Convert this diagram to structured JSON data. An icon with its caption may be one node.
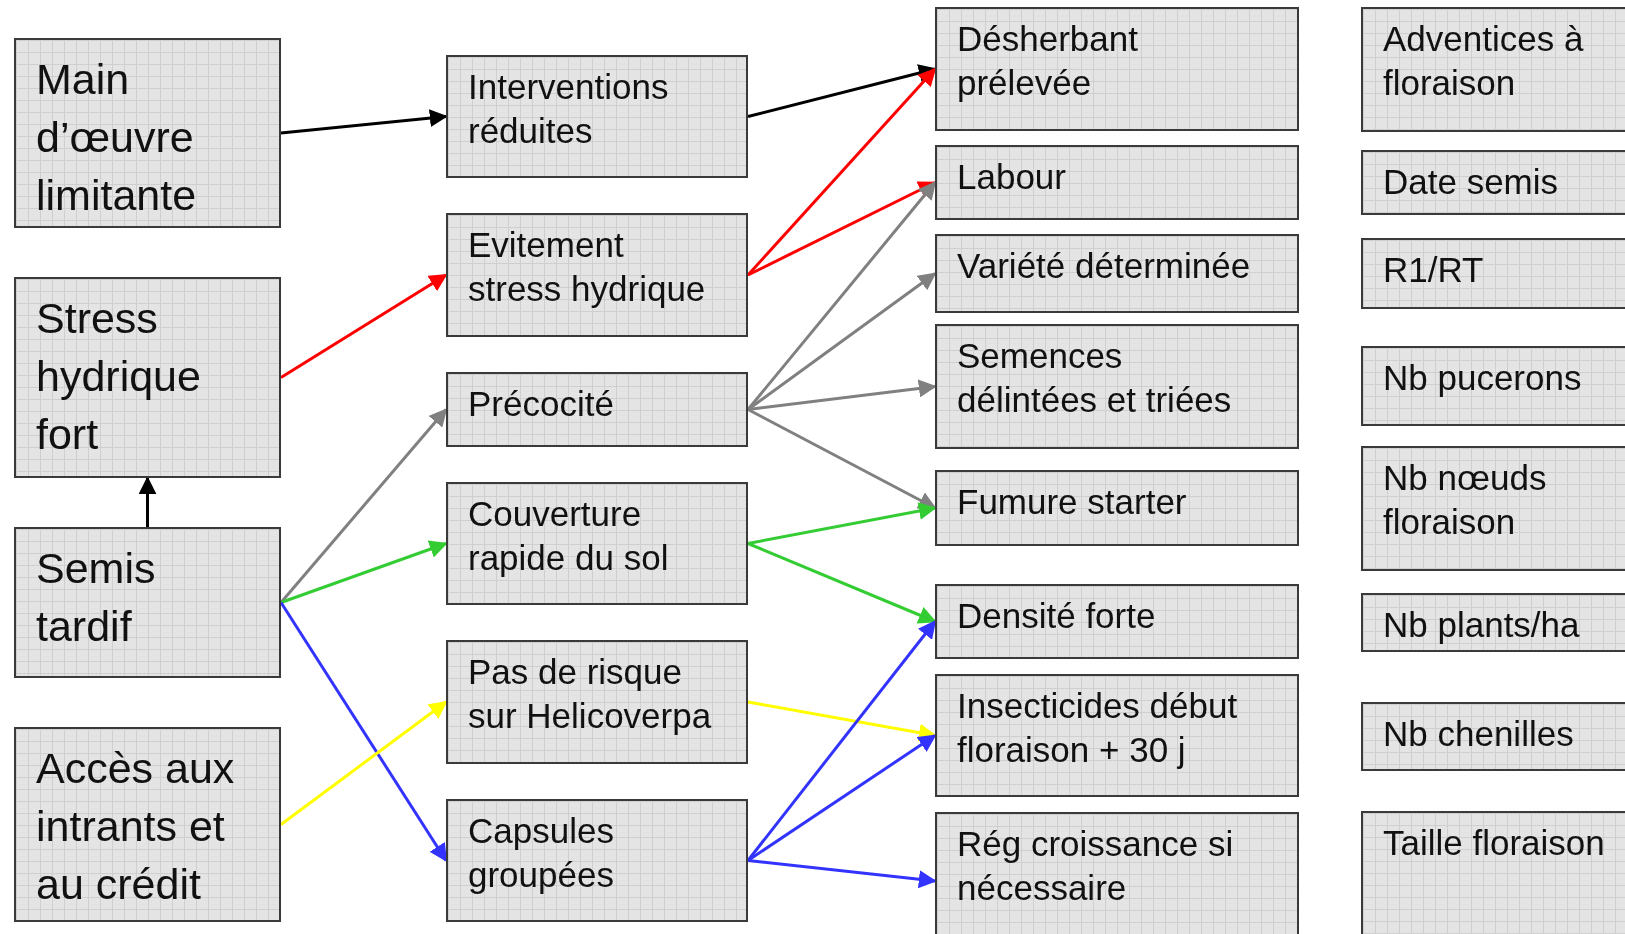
{
  "diagram": {
    "nodes": [
      {
        "text": [
          "Main d’œuvre limitante"
        ]
      },
      {
        "text": [
          "Stress hydrique fort"
        ]
      },
      {
        "text": [
          "Semis tardif"
        ]
      },
      {
        "text": [
          "Accès aux intrants et au crédit"
        ]
      },
      {
        "text": [
          "Interventions réduites"
        ]
      },
      {
        "text": [
          "Evitement stress hydrique"
        ]
      },
      {
        "text": [
          "Précocité"
        ]
      },
      {
        "text": [
          "Couverture rapide du sol"
        ]
      },
      {
        "text": [
          "Pas de risque sur Helicoverpa"
        ]
      },
      {
        "text": [
          "Capsules groupées"
        ]
      },
      {
        "text": [
          "Désherbant prélevée"
        ]
      },
      {
        "text": [
          "Labour"
        ]
      },
      {
        "text": [
          "Variété déterminée"
        ]
      },
      {
        "text": [
          "Semences délintées et triées"
        ]
      },
      {
        "text": [
          "Fumure starter"
        ]
      },
      {
        "text": [
          "Densité forte"
        ]
      },
      {
        "text": [
          "Insecticides début floraison + 30 j"
        ]
      },
      {
        "text": [
          "Rég croissance si nécessaire"
        ]
      },
      {
        "text": [
          "Adventices à floraison"
        ]
      },
      {
        "text": [
          "Date semis"
        ]
      },
      {
        "text": [
          "R1/RT"
        ]
      },
      {
        "text": [
          "Nb pucerons"
        ]
      },
      {
        "text": [
          "Nb nœuds floraison"
        ]
      },
      {
        "text": [
          "Nb plants/ha"
        ]
      },
      {
        "text": [
          "Nb chenilles"
        ]
      },
      {
        "text": [
          "Taille floraison"
        ]
      }
    ],
    "edges": [
      {
        "from": 0,
        "to": 4,
        "arrow": "to",
        "color": "#000000"
      },
      {
        "from": 4,
        "to": 10,
        "arrow": "to",
        "color": "#000000"
      },
      {
        "from": 1,
        "to": 5,
        "arrow": "to",
        "color": "#ff0000"
      },
      {
        "from": 5,
        "to": 10,
        "arrow": "to",
        "color": "#ff0000"
      },
      {
        "from": 5,
        "to": 11,
        "arrow": "to",
        "color": "#ff0000"
      },
      {
        "from": 2,
        "to": 1,
        "arrow": "to",
        "color": "#000000"
      },
      {
        "from": 2,
        "to": 6,
        "arrow": "to",
        "color": "#808080"
      },
      {
        "from": 2,
        "to": 7,
        "arrow": "to",
        "color": "#33cc33"
      },
      {
        "from": 2,
        "to": 9,
        "arrow": "to",
        "color": "#3333ff"
      },
      {
        "from": 3,
        "to": 8,
        "arrow": "to",
        "color": "#ffff00"
      },
      {
        "from": 6,
        "to": 11,
        "arrow": "to",
        "color": "#808080"
      },
      {
        "from": 6,
        "to": 12,
        "arrow": "to",
        "color": "#808080"
      },
      {
        "from": 6,
        "to": 13,
        "arrow": "to",
        "color": "#808080"
      },
      {
        "from": 6,
        "to": 14,
        "arrow": "to",
        "color": "#808080"
      },
      {
        "from": 7,
        "to": 14,
        "arrow": "to",
        "color": "#33cc33"
      },
      {
        "from": 7,
        "to": 15,
        "arrow": "to",
        "color": "#33cc33"
      },
      {
        "from": 8,
        "to": 16,
        "arrow": "to",
        "color": "#ffff00"
      },
      {
        "from": 9,
        "to": 15,
        "arrow": "to",
        "color": "#3333ff"
      },
      {
        "from": 9,
        "to": 16,
        "arrow": "to",
        "color": "#3333ff"
      },
      {
        "from": 9,
        "to": 17,
        "arrow": "to",
        "color": "#3333ff"
      }
    ]
  }
}
